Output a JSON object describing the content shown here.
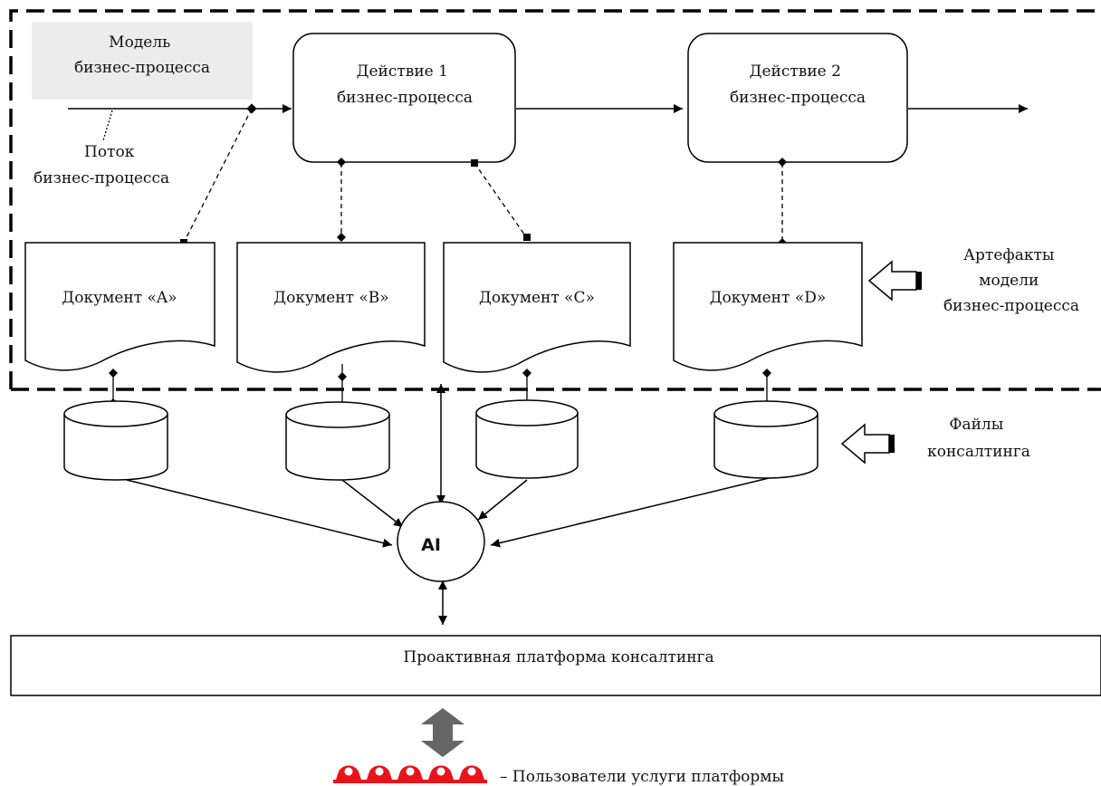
{
  "model_label": [
    "Модель",
    "бизнес-процесса"
  ],
  "flow_label": [
    "Поток",
    "бизнес-процесса"
  ],
  "action1": [
    "Действие 1",
    "бизнес-процесса"
  ],
  "action2": [
    "Действие 2",
    "бизнес-процесса"
  ],
  "documents": [
    "Документ «A»",
    "Документ «B»",
    "Документ «C»",
    "Документ «D»"
  ],
  "artifacts_label": [
    "Артефакты",
    "модели",
    "бизнес-процесса"
  ],
  "files_label": [
    "Файлы",
    "консалтинга"
  ],
  "ai_label": "AI",
  "platform_label": "Проактивная платформа консалтинга",
  "users_label": "–  Пользователи услуги платформы",
  "colors": {
    "users": "#e8141c",
    "model_box": "#ececec",
    "big_arrow": "#666666"
  },
  "icons": {
    "user": "user-icon",
    "hollow_arrow": "hollow-arrow-icon"
  }
}
